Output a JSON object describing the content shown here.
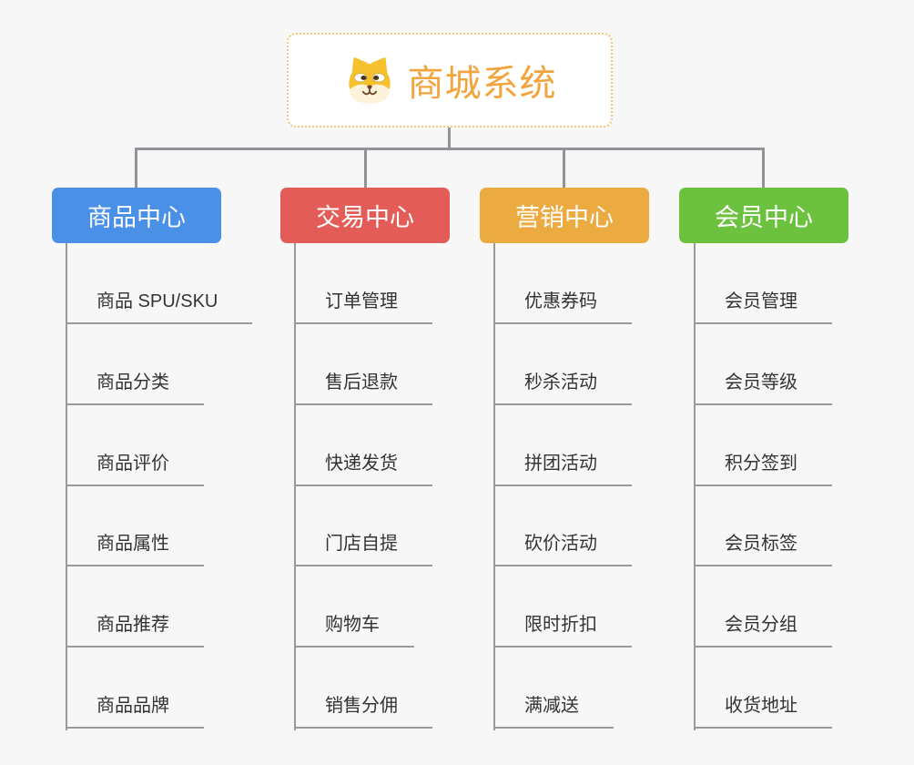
{
  "root": {
    "title": "商城系统",
    "icon": "shiba-dog-icon"
  },
  "branches": [
    {
      "label": "商品中心",
      "color": "#4a90e6",
      "children": [
        "商品 SPU/SKU",
        "商品分类",
        "商品评价",
        "商品属性",
        "商品推荐",
        "商品品牌"
      ]
    },
    {
      "label": "交易中心",
      "color": "#e45c57",
      "children": [
        "订单管理",
        "售后退款",
        "快递发货",
        "门店自提",
        "购物车",
        "销售分佣"
      ]
    },
    {
      "label": "营销中心",
      "color": "#ecab40",
      "children": [
        "优惠券码",
        "秒杀活动",
        "拼团活动",
        "砍价活动",
        "限时折扣",
        "满减送"
      ]
    },
    {
      "label": "会员中心",
      "color": "#6cc13e",
      "children": [
        "会员管理",
        "会员等级",
        "积分签到",
        "会员标签",
        "会员分组",
        "收货地址"
      ]
    }
  ],
  "colors": {
    "background": "#f7f7f7",
    "connector": "#919398",
    "leaf_line": "#9a9a9a",
    "leaf_text": "#333333",
    "root_text": "#f2a43d",
    "root_border": "#f3c376"
  }
}
